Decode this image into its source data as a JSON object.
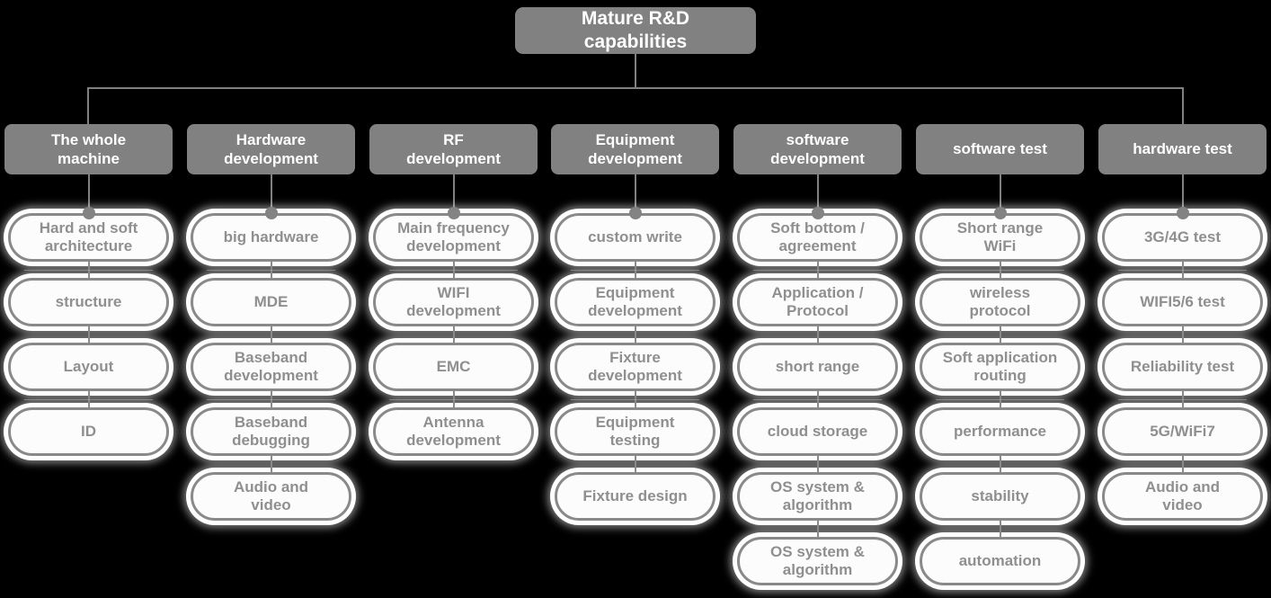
{
  "page": {
    "background": "#000000",
    "type": "org-chart-diagram"
  },
  "colors": {
    "node_gray": "#818181",
    "connector_gray": "#808080",
    "pill_border": "#898989",
    "pill_text": "#8f8f8f",
    "pill_fill": "#fcfcfc",
    "halo": "#ffffff",
    "header_text": "#ffffff"
  },
  "title": {
    "label": "Mature R&D\ncapabilities"
  },
  "columns": [
    {
      "header": "The whole\nmachine",
      "pills": [
        "Hard and soft\narchitecture",
        "structure",
        "Layout",
        "ID"
      ]
    },
    {
      "header": "Hardware\ndevelopment",
      "pills": [
        "big hardware",
        "MDE",
        "Baseband\ndevelopment",
        "Baseband\ndebugging",
        "Audio and\nvideo"
      ]
    },
    {
      "header": "RF\ndevelopment",
      "pills": [
        "Main frequency\ndevelopment",
        "WIFI\ndevelopment",
        "EMC",
        "Antenna\ndevelopment"
      ]
    },
    {
      "header": "Equipment\ndevelopment",
      "pills": [
        "custom write",
        "Equipment\ndevelopment",
        "Fixture\ndevelopment",
        "Equipment\ntesting",
        "Fixture design"
      ]
    },
    {
      "header": "software\ndevelopment",
      "pills": [
        "Soft bottom /\nagreement",
        "Application /\nProtocol",
        "short range",
        "cloud storage",
        "OS system &\nalgorithm",
        "OS system &\nalgorithm"
      ]
    },
    {
      "header": "software test",
      "pills": [
        "Short range\nWiFi",
        "wireless\nprotocol",
        "Soft application\nrouting",
        "performance",
        "stability",
        "automation"
      ]
    },
    {
      "header": "hardware test",
      "pills": [
        "3G/4G test",
        "WIFI5/6 test",
        "Reliability test",
        "5G/WiFi7",
        "Audio and\nvideo"
      ]
    }
  ]
}
